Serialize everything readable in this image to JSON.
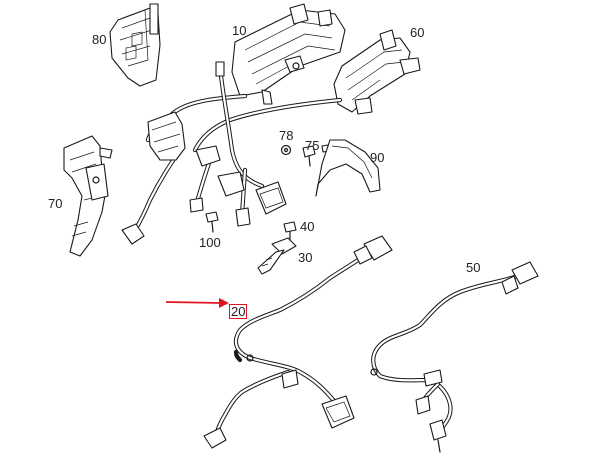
{
  "diagram": {
    "callouts": [
      {
        "id": "80",
        "text": "80"
      },
      {
        "id": "10",
        "text": "10"
      },
      {
        "id": "60",
        "text": "60"
      },
      {
        "id": "78",
        "text": "78"
      },
      {
        "id": "75",
        "text": "75"
      },
      {
        "id": "90",
        "text": "90"
      },
      {
        "id": "70",
        "text": "70"
      },
      {
        "id": "100",
        "text": "100"
      },
      {
        "id": "40",
        "text": "40"
      },
      {
        "id": "30",
        "text": "30"
      },
      {
        "id": "50",
        "text": "50"
      },
      {
        "id": "20",
        "text": "20"
      }
    ],
    "highlighted_callout": "20",
    "highlight_color": "#e0141e",
    "line_color": "#1a1a1a"
  }
}
